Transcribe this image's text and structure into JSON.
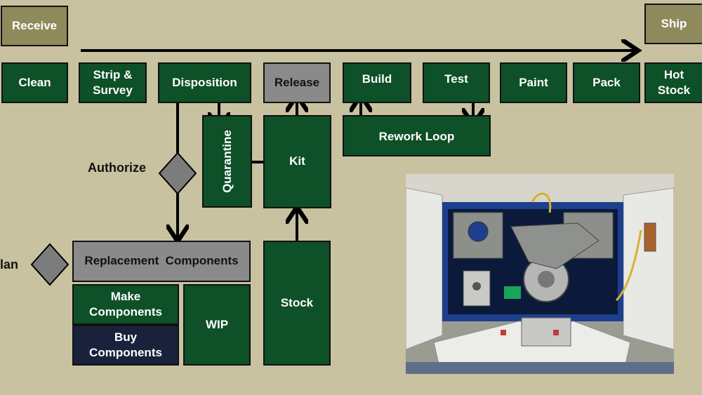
{
  "process": {
    "receive": "Receive",
    "ship": "Ship",
    "steps": [
      "Clean",
      "Strip &\nSurvey",
      "Disposition",
      "Release",
      "Build",
      "Test",
      "Paint",
      "Pack",
      "Hot\nStock"
    ]
  },
  "blocks": {
    "quarantine": "Quarantine",
    "kit": "Kit",
    "rework_loop": "Rework Loop",
    "replacement_components": "Replacement  Components",
    "make_components": "Make\nComponents",
    "buy_components": "Buy\nComponents",
    "wip": "WIP",
    "stock": "Stock"
  },
  "decisions": {
    "authorize": "Authorize",
    "plan": "lan"
  },
  "colors": {
    "background": "#c8c2a0",
    "process_green": "#0e5028",
    "gray_box": "#8a8a8a",
    "tan_box": "#8f8a5c",
    "navy_box": "#18223a"
  }
}
